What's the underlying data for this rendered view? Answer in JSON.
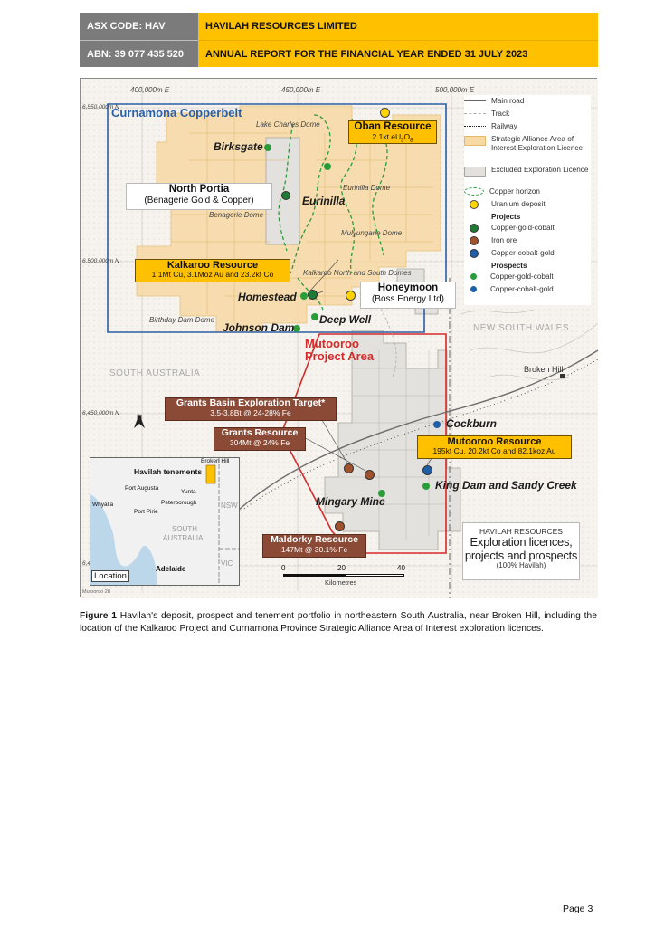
{
  "header": {
    "asx_code": "ASX CODE: HAV",
    "abn": "ABN: 39 077 435 520",
    "company": "HAVILAH RESOURCES LIMITED",
    "report": "ANNUAL REPORT FOR THE FINANCIAL YEAR ENDED 31 JULY 2023"
  },
  "map": {
    "grid": {
      "e400": "400,000m E",
      "e450": "450,000m E",
      "e500": "500,000m E",
      "n6550": "6,550,000m N",
      "n6500": "6,500,000m N",
      "n6450": "6,450,000m N",
      "n64": "6,4"
    },
    "region_title": "Curnamona Copperbelt",
    "project_area": {
      "line1": "Mutooroo",
      "line2": "Project Area"
    },
    "state_sa": "SOUTH AUSTRALIA",
    "state_nsw": "NEW SOUTH WALES",
    "town_broken_hill": "Broken Hill",
    "domes": {
      "lake_charles": "Lake Charles Dome",
      "eurinilla": "Eurinilla Dome",
      "benagerie": "Benagerie Dome",
      "mulyungarie": "Mulyungarie Dome",
      "kalkaroo_north": "Kalkaroo North and South Domes",
      "birthday": "Birthday Dam Dome"
    },
    "prospects": {
      "birksgate": "Birksgate",
      "eurinilla": "Eurinilla",
      "homestead": "Homestead",
      "deep_well": "Deep Well",
      "johnson_dam": "Johnson Dam",
      "cockburn": "Cockburn",
      "king_dam": "King Dam and Sandy Creek",
      "mingary": "Mingary Mine"
    },
    "oban": {
      "title": "Oban Resource",
      "detail_pre": "2.1kt eU",
      "sub3": "3",
      "o": "O",
      "sub8": "8"
    },
    "north_portia": {
      "title": "North Portia",
      "detail": "(Benagerie Gold & Copper)"
    },
    "kalkaroo": {
      "title": "Kalkaroo Resource",
      "detail": "1.1Mt Cu, 3.1Moz Au and 23.2kt Co"
    },
    "honeymoon": {
      "title": "Honeymoon",
      "detail": "(Boss Energy Ltd)"
    },
    "grants_basin": {
      "title": "Grants Basin Exploration Target*",
      "detail": "3.5-3.8Bt @ 24-28% Fe"
    },
    "grants": {
      "title": "Grants Resource",
      "detail": "304Mt @ 24% Fe"
    },
    "mutooroo": {
      "title": "Mutooroo Resource",
      "detail": "195kt Cu, 20.2kt Co and 82.1koz Au"
    },
    "maldorky": {
      "title": "Maldorky Resource",
      "detail": "147Mt @ 30.1% Fe"
    },
    "north_arrow": "N",
    "scale": {
      "t0": "0",
      "t20": "20",
      "t40": "40",
      "unit": "Kilometres"
    },
    "legend": {
      "main_road": "Main road",
      "track": "Track",
      "railway": "Railway",
      "strategic": "Strategic Alliance Area of Interest Exploration Licence",
      "excluded": "Excluded Exploration Licence",
      "copper_horizon": "Copper horizon",
      "uranium": "Uranium deposit",
      "projects_head": "Projects",
      "p_cgc": "Copper-gold-cobalt",
      "p_iron": "Iron ore",
      "p_ccg": "Copper-cobalt-gold",
      "prospects_head": "Prospects",
      "pr_cgc": "Copper-gold-cobalt",
      "pr_ccg": "Copper-cobalt-gold"
    },
    "info_box": {
      "company": "HAVILAH RESOURCES",
      "line1": "Exploration licences,",
      "line2": "projects and prospects",
      "line3": "(100% Havilah)"
    },
    "inset": {
      "tenements": "Havilah tenements",
      "broken_hill": "Broken Hill",
      "port_augusta": "Port Augusta",
      "yunta": "Yunta",
      "whyalla": "Whyalla",
      "peterborough": "Peterborough",
      "port_pirie": "Port Pirie",
      "south": "SOUTH",
      "australia": "AUSTRALIA",
      "nsw": "NSW",
      "vic": "VIC",
      "adelaide": "Adelaide",
      "location": "Location"
    },
    "map_id": "Mutooroo 28"
  },
  "caption": {
    "label": "Figure 1",
    "text": " Havilah's deposit, prospect and tenement portfolio in northeastern South Australia, near Broken Hill, including the location of the Kalkaroo Project and Curnamona Province Strategic Alliance Area of Interest exploration licences."
  },
  "page": "Page 3",
  "colors": {
    "gold": "#ffc000",
    "brown": "#8b4a36",
    "blue_outline": "#2b5fa6",
    "red_outline": "#d62b2b",
    "green_dot": "#2a9d3a",
    "iron_dot": "#a0522d",
    "blue_dot": "#1e5fa8"
  }
}
